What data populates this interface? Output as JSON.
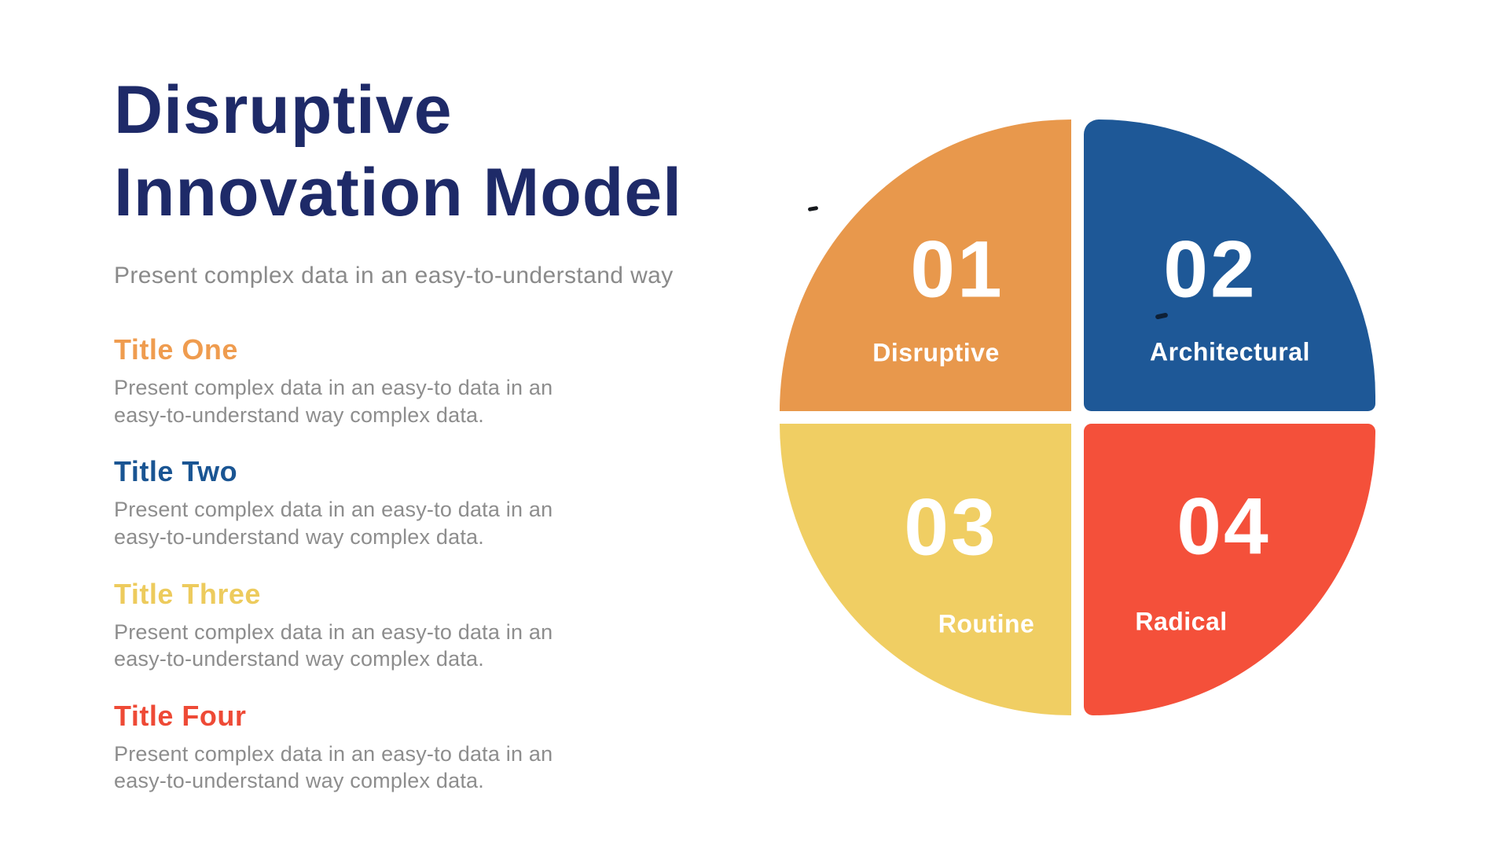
{
  "slide": {
    "background": "#ffffff",
    "title": "Disruptive Innovation Model",
    "title_color": "#1e2a68",
    "subtitle": "Present complex data in an easy-to-understand way",
    "body_text_color": "#8d8d8d",
    "sections": [
      {
        "title": "Title One",
        "color": "#ef9c4f",
        "body": "Present complex data in an easy-to data in an easy-to-understand way complex data."
      },
      {
        "title": "Title Two",
        "color": "#1a5593",
        "body": "Present complex data in an easy-to data in an easy-to-understand way complex data."
      },
      {
        "title": "Title Three",
        "color": "#edcb5d",
        "body": "Present complex data in an easy-to data in an easy-to-understand way complex data."
      },
      {
        "title": "Title Four",
        "color": "#ee4a36",
        "body": "Present complex data in an easy-to data in an easy-to-understand way complex data."
      }
    ],
    "quadrants": [
      {
        "number": "01",
        "label": "Disruptive",
        "color": "#e8984c"
      },
      {
        "number": "02",
        "label": "Architectural",
        "color": "#1e5897"
      },
      {
        "number": "03",
        "label": "Routine",
        "color": "#f0ce63"
      },
      {
        "number": "04",
        "label": "Radical",
        "color": "#f4503a"
      }
    ]
  }
}
